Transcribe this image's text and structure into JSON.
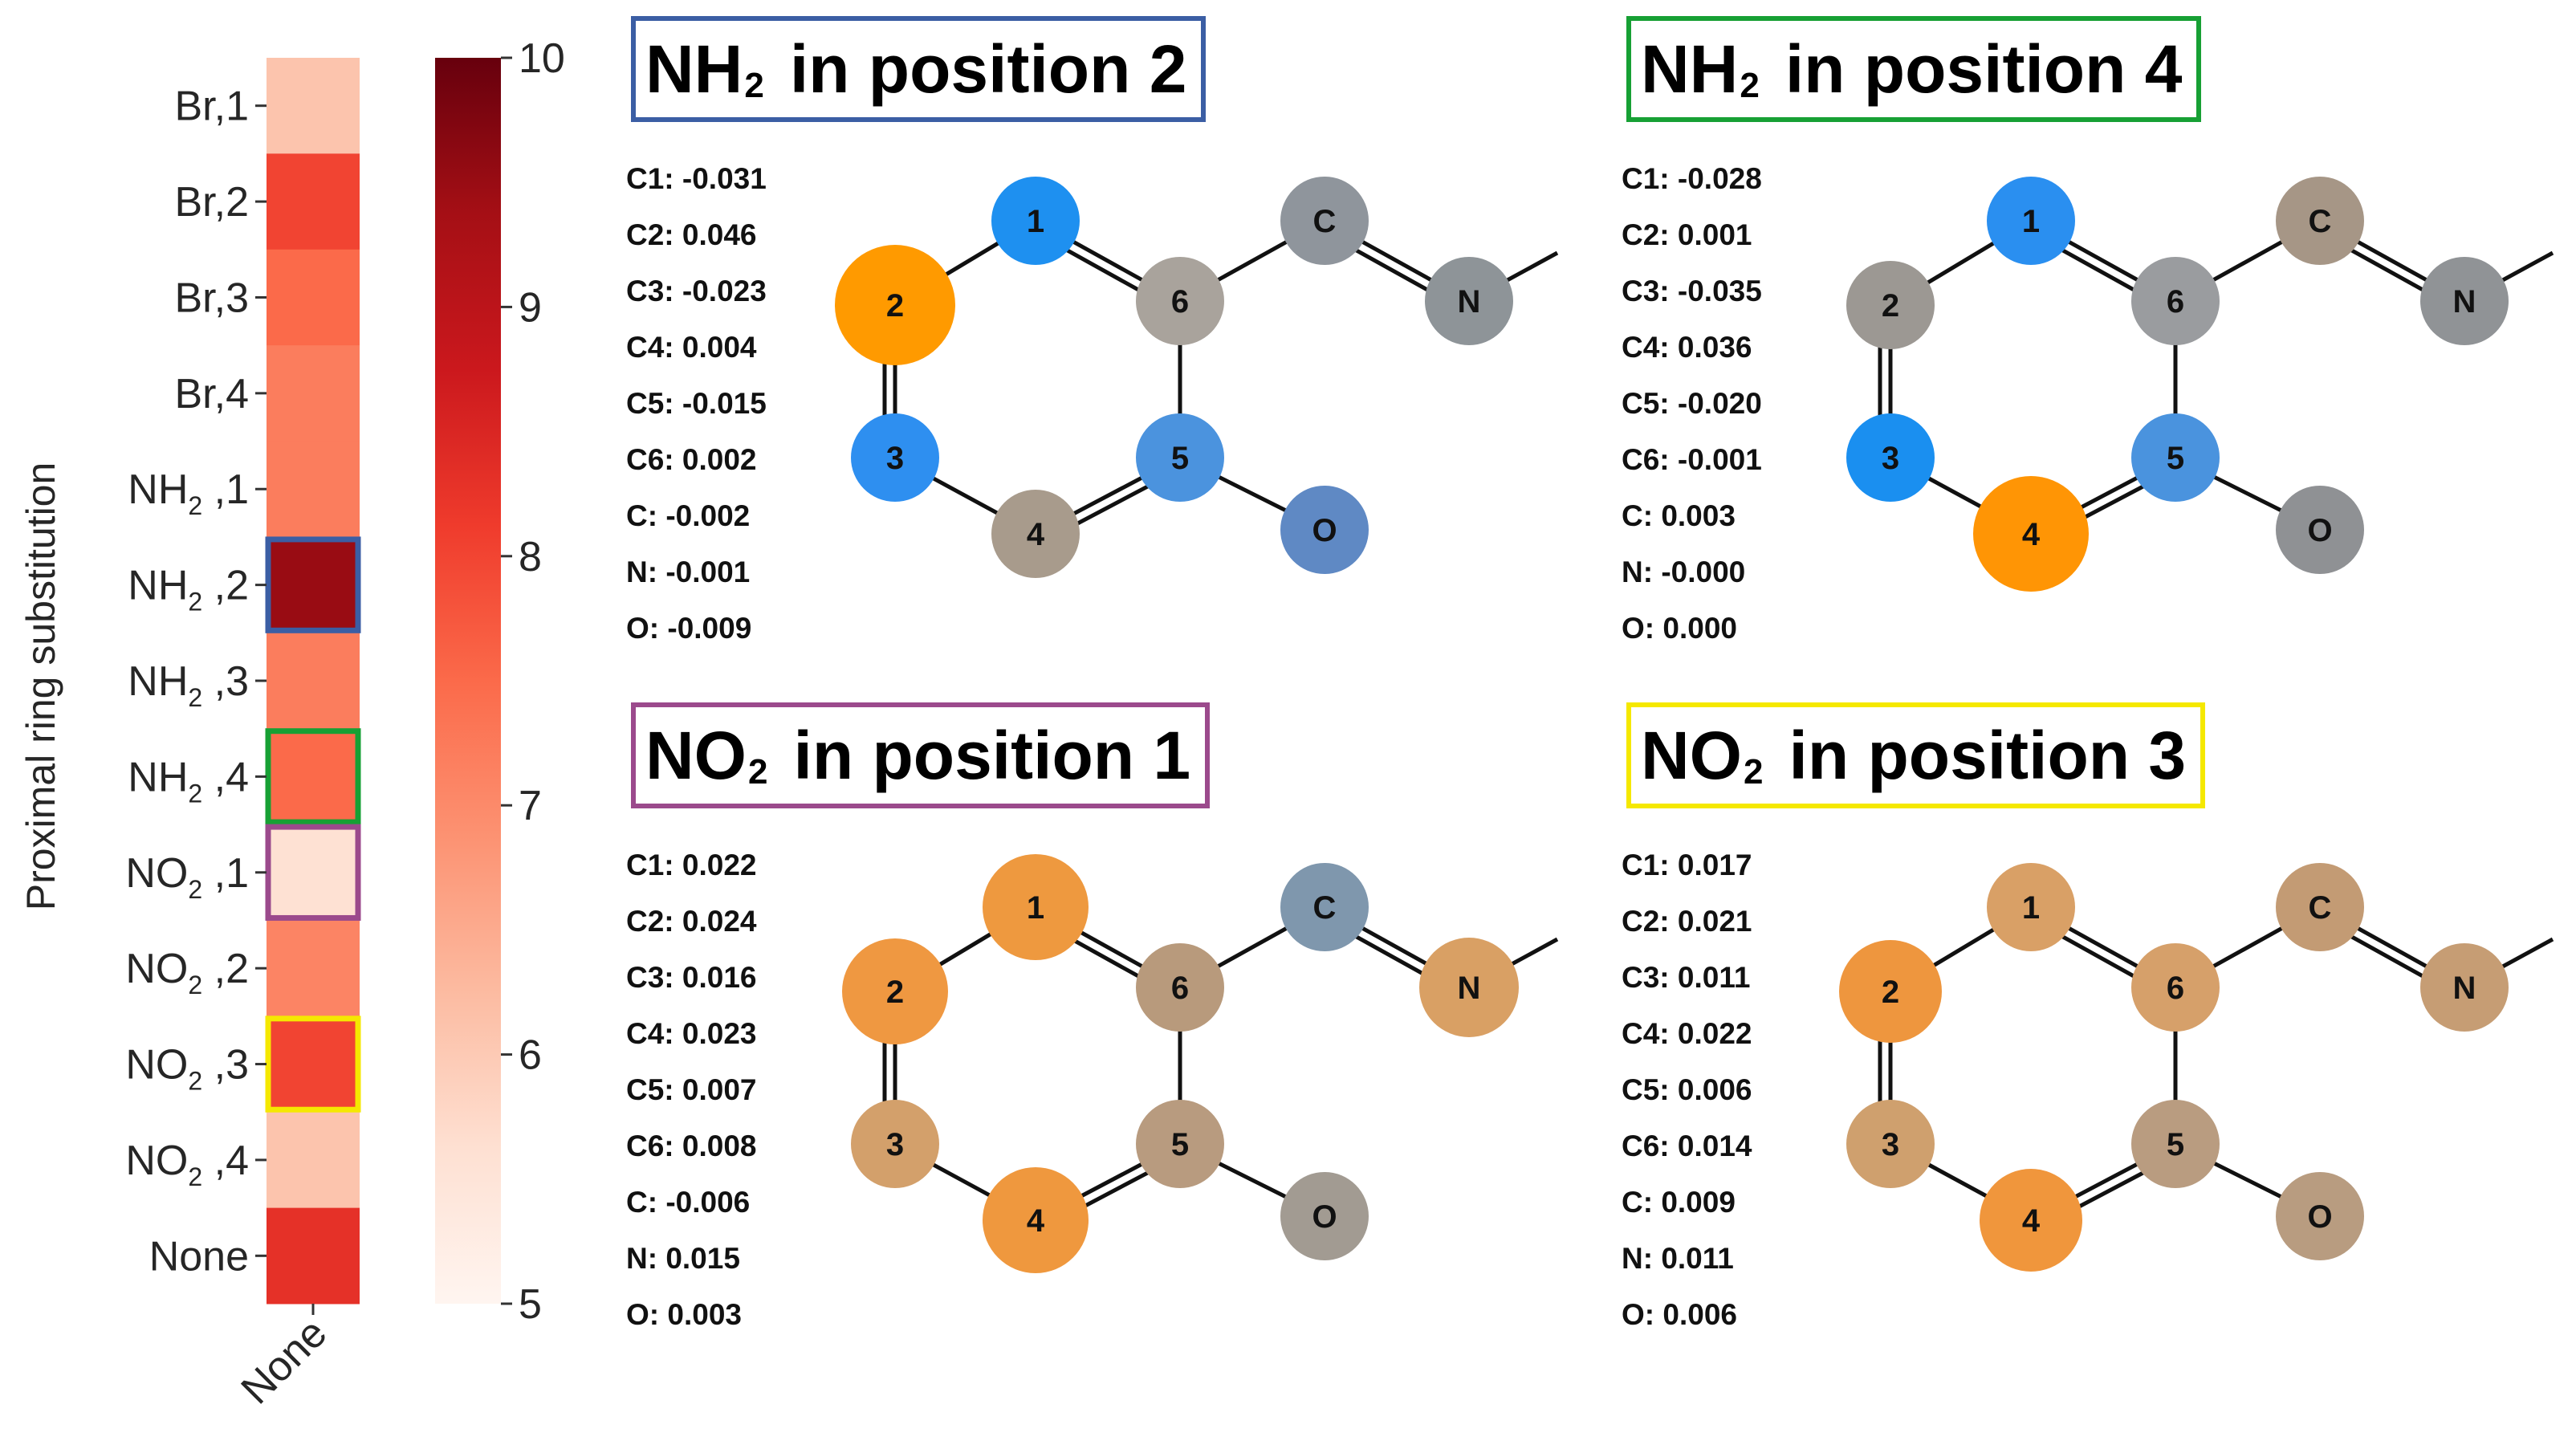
{
  "chart_data": [
    {
      "type": "heatmap",
      "ylabel": "Proximal ring substitution",
      "xlabel": "",
      "x_categories": [
        "None"
      ],
      "y_categories": [
        {
          "base": "Br",
          "sub": "",
          "pos": ",1"
        },
        {
          "base": "Br",
          "sub": "",
          "pos": ",2"
        },
        {
          "base": "Br",
          "sub": "",
          "pos": ",3"
        },
        {
          "base": "Br",
          "sub": "",
          "pos": ",4"
        },
        {
          "base": "NH",
          "sub": "2",
          "pos": " ,1"
        },
        {
          "base": "NH",
          "sub": "2",
          "pos": " ,2"
        },
        {
          "base": "NH",
          "sub": "2",
          "pos": " ,3"
        },
        {
          "base": "NH",
          "sub": "2",
          "pos": " ,4"
        },
        {
          "base": "NO",
          "sub": "2",
          "pos": " ,1"
        },
        {
          "base": "NO",
          "sub": "2",
          "pos": " ,2"
        },
        {
          "base": "NO",
          "sub": "2",
          "pos": " ,3"
        },
        {
          "base": "NO",
          "sub": "2",
          "pos": " ,4"
        },
        {
          "base": "None",
          "sub": "",
          "pos": ""
        }
      ],
      "values": [
        6.1,
        8.0,
        7.5,
        7.2,
        7.2,
        9.5,
        7.2,
        7.5,
        5.6,
        7.1,
        8.0,
        6.1,
        8.3
      ],
      "colormap": "Reds",
      "vmin": 5,
      "vmax": 10,
      "colorbar_ticks": [
        "5",
        "6",
        "7",
        "8",
        "9",
        "10"
      ],
      "highlights": [
        {
          "row": 5,
          "color": "#3b5ea4"
        },
        {
          "row": 7,
          "color": "#17a034"
        },
        {
          "row": 8,
          "color": "#9b4a8c"
        },
        {
          "row": 10,
          "color": "#f5e800"
        }
      ]
    }
  ],
  "panels": [
    {
      "title_main": "NH",
      "title_sub": "2",
      "title_rest": "in position 2",
      "border_color": "#3b5ea4",
      "attributions": [
        "C1: -0.031",
        "C2: 0.046",
        "C3: -0.023",
        "C4: 0.004",
        "C5: -0.015",
        "C6: 0.002",
        "C: -0.002",
        "N: -0.001",
        "O: -0.009"
      ],
      "atoms": {
        "1": {
          "label": "1",
          "color": "#1e90f0"
        },
        "2": {
          "label": "2",
          "color": "#ff9a00"
        },
        "3": {
          "label": "3",
          "color": "#2e8ff0"
        },
        "4": {
          "label": "4",
          "color": "#a89b8c"
        },
        "5": {
          "label": "5",
          "color": "#4b93de"
        },
        "6": {
          "label": "6",
          "color": "#a9a39c"
        },
        "C": {
          "label": "C",
          "color": "#8f959c"
        },
        "N": {
          "label": "N",
          "color": "#8e9498"
        },
        "O": {
          "label": "O",
          "color": "#5f89c4"
        }
      }
    },
    {
      "title_main": "NH",
      "title_sub": "2",
      "title_rest": "in position 4",
      "border_color": "#17a034",
      "attributions": [
        "C1: -0.028",
        "C2: 0.001",
        "C3: -0.035",
        "C4: 0.036",
        "C5: -0.020",
        "C6: -0.001",
        "C: 0.003",
        "N: -0.000",
        "O: 0.000"
      ],
      "atoms": {
        "1": {
          "label": "1",
          "color": "#2a8ff0"
        },
        "2": {
          "label": "2",
          "color": "#9c9893"
        },
        "3": {
          "label": "3",
          "color": "#1a8ff0"
        },
        "4": {
          "label": "4",
          "color": "#ff9505"
        },
        "5": {
          "label": "5",
          "color": "#4a93de"
        },
        "6": {
          "label": "6",
          "color": "#9a9c9f"
        },
        "C": {
          "label": "C",
          "color": "#a69686"
        },
        "N": {
          "label": "N",
          "color": "#909396"
        },
        "O": {
          "label": "O",
          "color": "#8f9194"
        }
      }
    },
    {
      "title_main": "NO",
      "title_sub": "2",
      "title_rest": "in position 1",
      "border_color": "#9b4a8c",
      "attributions": [
        "C1: 0.022",
        "C2: 0.024",
        "C3: 0.016",
        "C4: 0.023",
        "C5: 0.007",
        "C6: 0.008",
        "C: -0.006",
        "N: 0.015",
        "O: 0.003"
      ],
      "atoms": {
        "1": {
          "label": "1",
          "color": "#ee993f"
        },
        "2": {
          "label": "2",
          "color": "#ef9841"
        },
        "3": {
          "label": "3",
          "color": "#d3a06b"
        },
        "4": {
          "label": "4",
          "color": "#ef983e"
        },
        "5": {
          "label": "5",
          "color": "#b89b7f"
        },
        "6": {
          "label": "6",
          "color": "#b89a7c"
        },
        "C": {
          "label": "C",
          "color": "#7f97ad"
        },
        "N": {
          "label": "N",
          "color": "#d9a064"
        },
        "O": {
          "label": "O",
          "color": "#a29b92"
        }
      }
    },
    {
      "title_main": "NO",
      "title_sub": "2",
      "title_rest": "in position 3",
      "border_color": "#f5e800",
      "attributions": [
        "C1: 0.017",
        "C2: 0.021",
        "C3: 0.011",
        "C4: 0.022",
        "C5: 0.006",
        "C6: 0.014",
        "C: 0.009",
        "N: 0.011",
        "O: 0.006"
      ],
      "atoms": {
        "1": {
          "label": "1",
          "color": "#d9a066"
        },
        "2": {
          "label": "2",
          "color": "#ee963e"
        },
        "3": {
          "label": "3",
          "color": "#cfa06e"
        },
        "4": {
          "label": "4",
          "color": "#f0963c"
        },
        "5": {
          "label": "5",
          "color": "#b99c80"
        },
        "6": {
          "label": "6",
          "color": "#d6a06a"
        },
        "C": {
          "label": "C",
          "color": "#c39b74"
        },
        "N": {
          "label": "N",
          "color": "#c69d74"
        },
        "O": {
          "label": "O",
          "color": "#b89c80"
        }
      }
    }
  ]
}
